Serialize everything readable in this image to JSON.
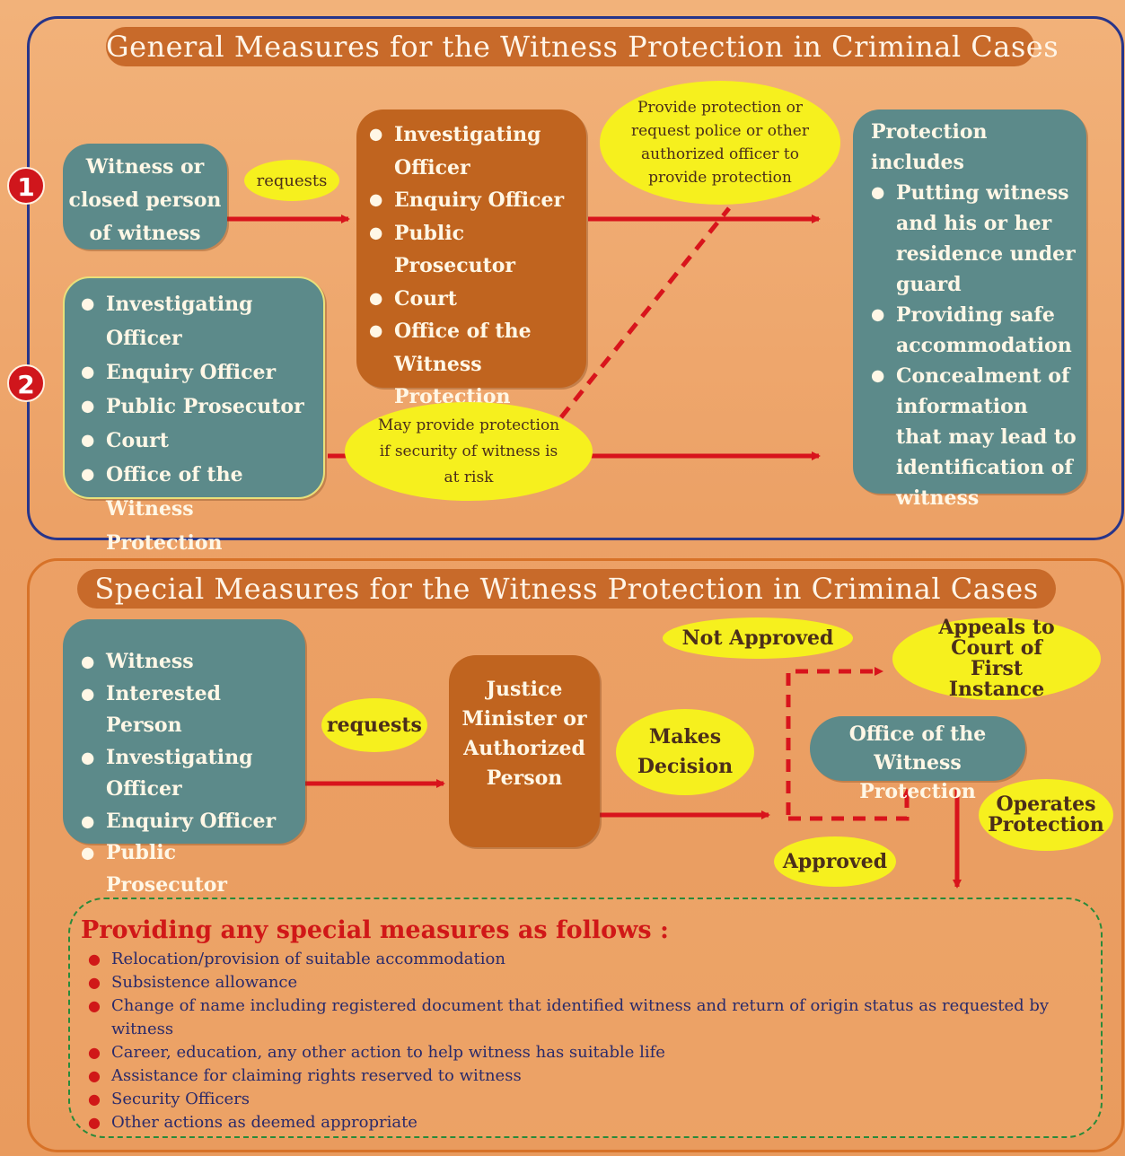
{
  "general": {
    "title": "General Measures for the Witness Protection in Criminal Cases",
    "step1": "1",
    "step2": "2",
    "witness_box": "Witness or closed person of witness",
    "requests_label": "requests",
    "officials_list": [
      "Investigating Officer",
      "Enquiry Officer",
      "Public Prosecutor",
      "Court",
      "Office of the Witness Protection"
    ],
    "center_list": [
      "Investigating Officer",
      "Enquiry Officer",
      "Public Prosecutor",
      "Court",
      "Office of the Witness Protection"
    ],
    "provide_note": "Provide protection or request police or other authorized officer to provide protection",
    "may_provide_note": "May provide protection if security of witness is at risk",
    "protection_title": "Protection includes",
    "protection_list": [
      "Putting witness and his or her residence under guard",
      "Providing safe accommodation",
      "Concealment of information that may lead to identification of witness"
    ]
  },
  "special": {
    "title": "Special Measures for the Witness Protection in Criminal Cases",
    "requesters_list": [
      "Witness",
      "Interested Person",
      "Investigating Officer",
      "Enquiry Officer",
      "Public Prosecutor"
    ],
    "requests_label": "requests",
    "minister_box": "Justice Minister or Authorized Person",
    "makes_decision": "Makes Decision",
    "not_approved": "Not Approved",
    "approved": "Approved",
    "appeals": "Appeals to Court of First Instance",
    "office": "Office of the Witness Protection",
    "operates": "Operates Protection",
    "measures_title": "Providing any special measures as follows :",
    "measures_list": [
      "Relocation/provision of suitable accommodation",
      "Subsistence allowance",
      "Change of name including registered document that identified witness and return of origin status as requested by witness",
      "Career, education, any other action to help witness has suitable life",
      "Assistance for claiming rights reserved to witness",
      "Security Officers",
      "Other actions as deemed appropriate"
    ]
  },
  "colors": {
    "teal": "#5c8a8a",
    "rust": "#c0641f",
    "yellow": "#f6f01e",
    "arrow": "#d8141c",
    "navy": "#27358a"
  }
}
